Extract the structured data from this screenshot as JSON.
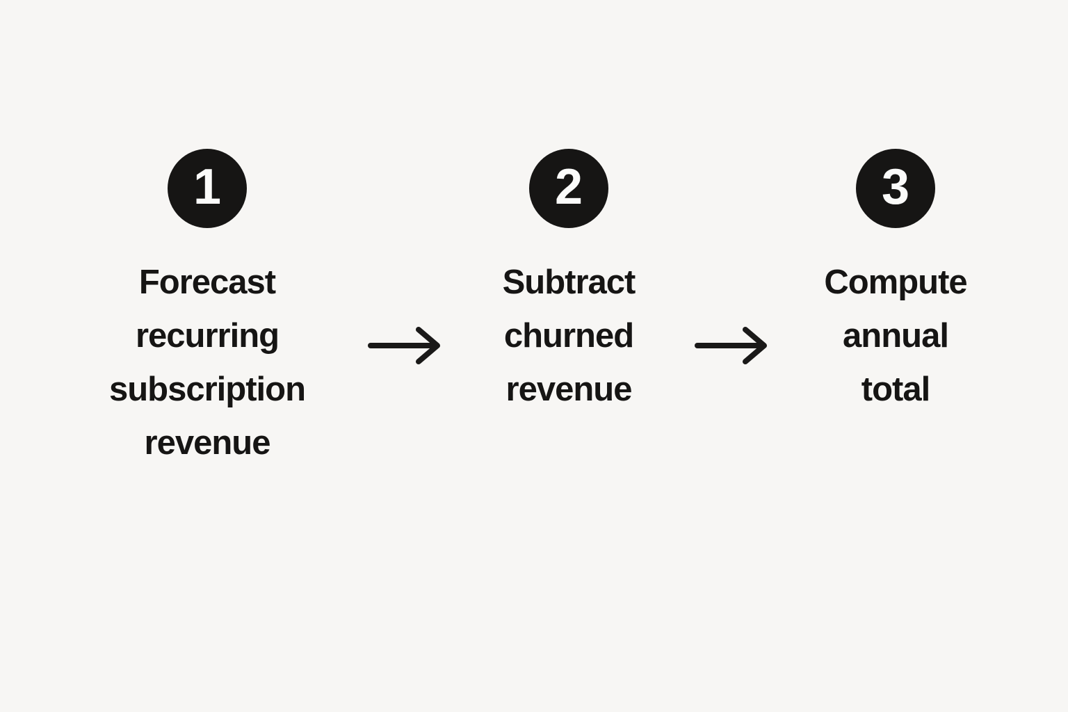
{
  "diagram": {
    "background_color": "#f7f6f4",
    "ink_color": "#161514",
    "badge_text_color": "#fbfbfa",
    "arrow_icon": "right-arrow",
    "steps": [
      {
        "number": "1",
        "label": "Forecast\nrecurring\nsubscription\nrevenue"
      },
      {
        "number": "2",
        "label": "Subtract\nchurned\nrevenue"
      },
      {
        "number": "3",
        "label": "Compute\nannual\ntotal"
      }
    ]
  }
}
